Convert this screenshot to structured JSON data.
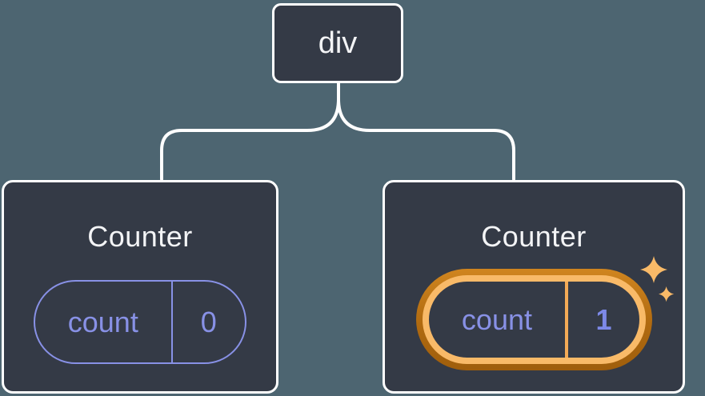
{
  "diagram": {
    "description": "React component tree: a div parent with two Counter children; second Counter state pill is highlighted",
    "background_color": "#4d6571",
    "node_background_color": "#343a46",
    "connector_color": "#ffffff",
    "tree": {
      "root": {
        "label": "div"
      },
      "children": [
        {
          "title": "Counter",
          "state": {
            "name": "count",
            "value": "0"
          },
          "highlighted": false,
          "pill_color": "#8891e6"
        },
        {
          "title": "Counter",
          "state": {
            "name": "count",
            "value": "1"
          },
          "highlighted": true,
          "pill_ring_outer_color": "#b96b12",
          "pill_ring_inner_color": "#f9ba68",
          "value_color": "#7d89e8"
        }
      ]
    },
    "icons": {
      "sparkles": {
        "name": "sparkles-icon",
        "color": "#f9ba68"
      }
    }
  }
}
